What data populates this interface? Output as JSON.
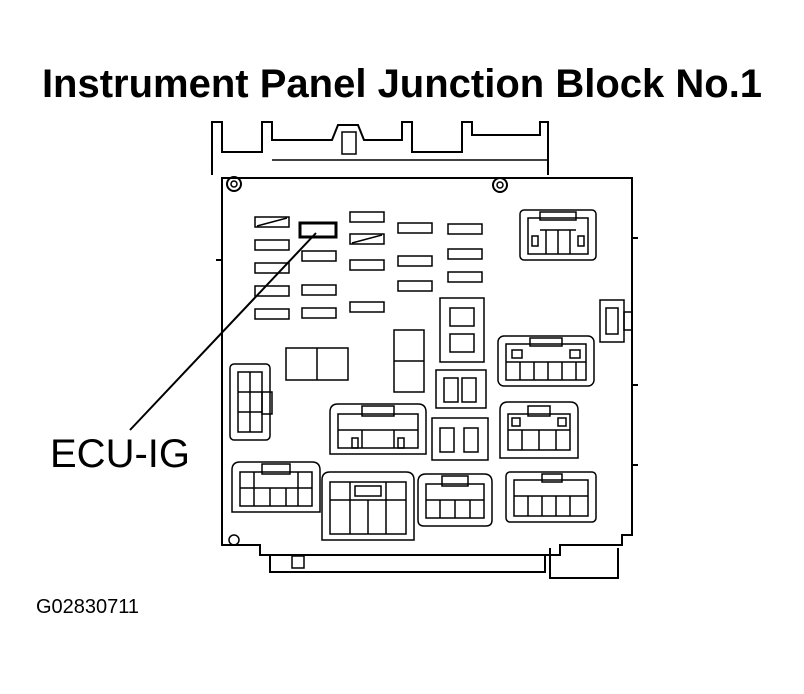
{
  "title": "Instrument Panel Junction Block No.1",
  "callout": {
    "label": "ECU-IG"
  },
  "figure_id": "G02830711",
  "colors": {
    "ink": "#000000",
    "paper": "#ffffff"
  }
}
